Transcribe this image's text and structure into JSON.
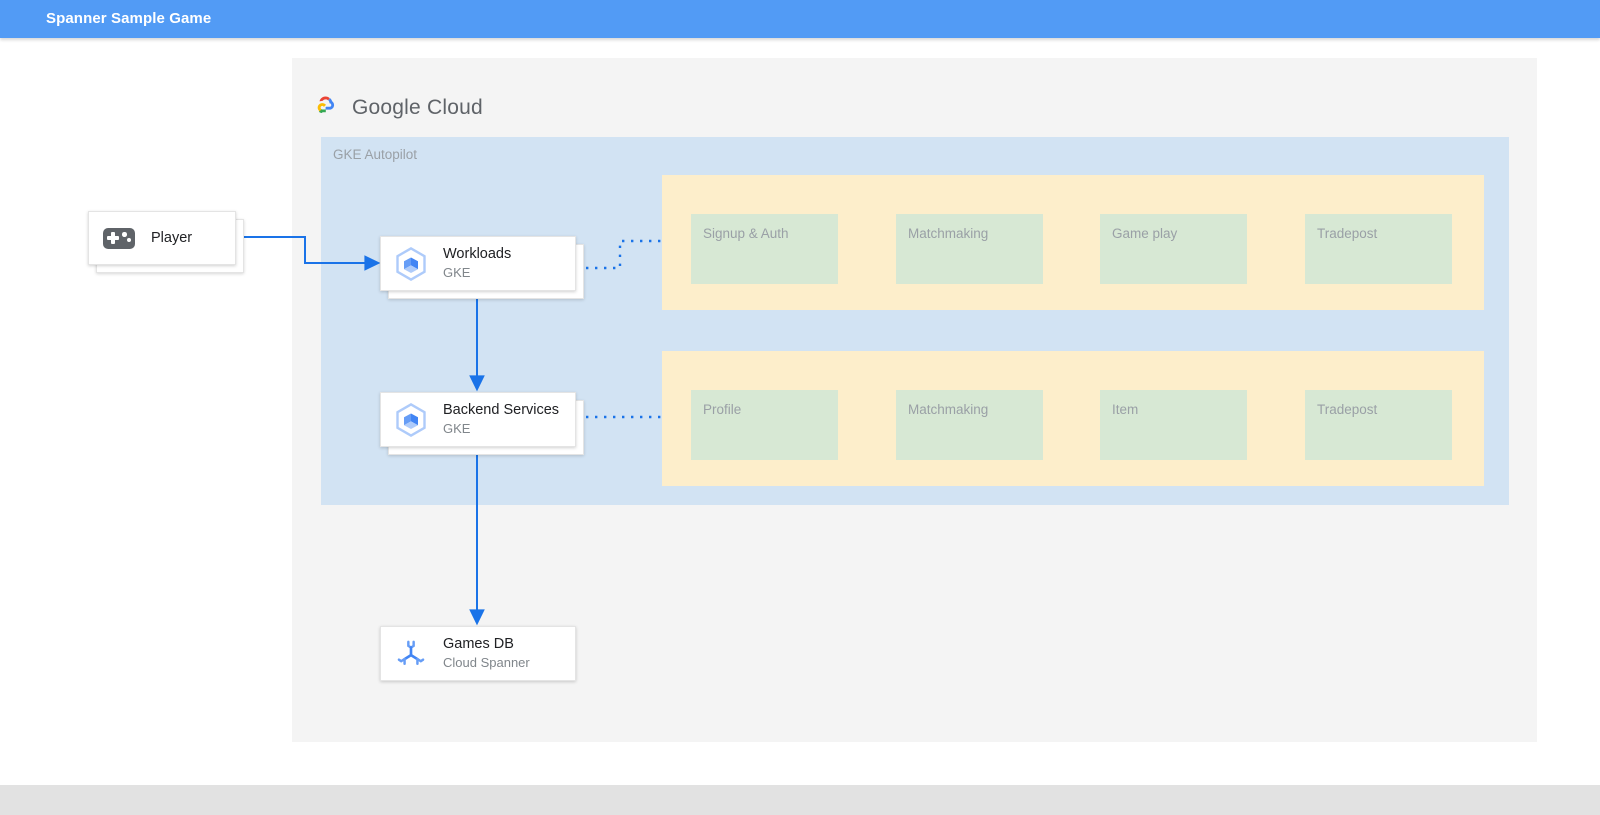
{
  "appbar": {
    "title": "Spanner Sample Game"
  },
  "branding": {
    "logo_icon": "google-cloud-logo-icon",
    "name_bold": "Google",
    "name_light": "Cloud"
  },
  "diagram": {
    "platform_panel": {
      "label": "GKE Autopilot"
    },
    "nodes": [
      {
        "id": "player",
        "title": "Player",
        "subtitle": "",
        "icon": "gamepad-icon"
      },
      {
        "id": "workloads",
        "title": "Workloads",
        "subtitle": "GKE",
        "icon": "gke-icon"
      },
      {
        "id": "backend-services",
        "title": "Backend Services",
        "subtitle": "GKE",
        "icon": "gke-icon"
      },
      {
        "id": "games-db",
        "title": "Games DB",
        "subtitle": "Cloud Spanner",
        "icon": "cloud-spanner-icon"
      }
    ],
    "service_groups": [
      {
        "id": "workload-services",
        "services": [
          "Signup & Auth",
          "Matchmaking",
          "Game play",
          "Tradepost"
        ]
      },
      {
        "id": "backend-services-list",
        "services": [
          "Profile",
          "Matchmaking",
          "Item",
          "Tradepost"
        ]
      }
    ],
    "connections": [
      {
        "from": "player",
        "to": "workloads",
        "style": "solid-arrow"
      },
      {
        "from": "workloads",
        "to": "backend-services",
        "style": "solid-arrow"
      },
      {
        "from": "backend-services",
        "to": "games-db",
        "style": "solid-arrow"
      },
      {
        "from": "workloads",
        "to": "workload-services",
        "style": "dotted"
      },
      {
        "from": "backend-services",
        "to": "backend-services-list",
        "style": "dotted"
      }
    ]
  },
  "colors": {
    "appbar": "#529bf5",
    "canvas": "#f4f4f4",
    "platform_panel": "#d2e3f3",
    "service_group": "#fdeecb",
    "service_box": "#d7e8d4",
    "connector": "#1a73e8",
    "muted_text": "#9aa0a6"
  }
}
